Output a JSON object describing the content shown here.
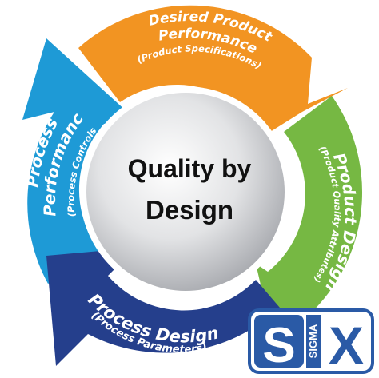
{
  "center": {
    "line1": "Quality by",
    "line2": "Design"
  },
  "segments": {
    "desired": {
      "title1": "Desired Product",
      "title2": "Performance",
      "sub": "(Product Specifications)",
      "color": "#f29422"
    },
    "product_design": {
      "title": "Product Design",
      "sub": "(Product Quality Attributes)",
      "color": "#76b843"
    },
    "process_design": {
      "title": "Process Design",
      "sub": "(Process Parameters)",
      "color": "#253f8c"
    },
    "process_performance": {
      "title1": "Process",
      "title2": "Performance",
      "sub": "(Process Controls)",
      "color": "#1e9ad6"
    }
  },
  "logo": {
    "letter_s": "S",
    "word": "SIGMA",
    "letter_x": "X",
    "color": "#2a5aa6"
  }
}
